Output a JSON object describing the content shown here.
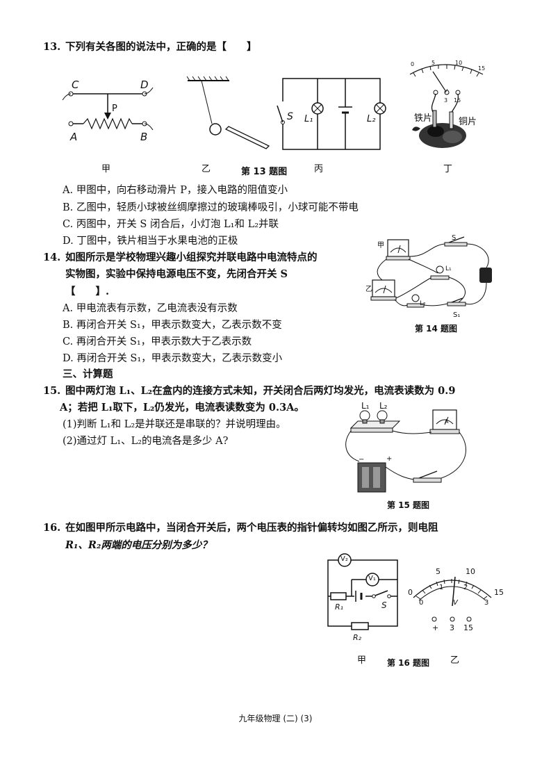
{
  "q13": {
    "number": "13.",
    "stem": "下列有关各图的说法中，正确的是【　　】",
    "fig_labels": {
      "C": "C",
      "D": "D",
      "A": "A",
      "B": "B",
      "P": "P",
      "S": "S",
      "L1": "L₁",
      "L2": "L₂",
      "iron": "铁片",
      "copper": "铜片"
    },
    "sub_captions": [
      "甲",
      "乙",
      "丙",
      "丁"
    ],
    "figure_caption": "第 13 题图",
    "meter_scale": [
      "0",
      "5",
      "10",
      "15"
    ],
    "meter_terminals": [
      "v",
      "3",
      "15"
    ],
    "options": [
      "A.  甲图中，向右移动滑片 P，接入电路的阻值变小",
      "B.  乙图中，轻质小球被丝绸摩擦过的玻璃棒吸引，小球可能不带电",
      "C.  丙图中，开关 S 闭合后，小灯泡 L₁和 L₂并联",
      "D.  丁图中，铁片相当于水果电池的正极"
    ]
  },
  "q14": {
    "number": "14.",
    "stem_lines": [
      "如图所示是学校物理兴趣小组探究并联电路中电流特点的",
      "实物图，实验中保持电源电压不变，先闭合开关 S",
      "【　　】."
    ],
    "fig_labels": {
      "jia": "甲",
      "yi": "乙",
      "S": "S",
      "S1": "S₁",
      "L1": "L₁",
      "L2": "L₂"
    },
    "figure_caption": "第 14 题图",
    "options": [
      "A.  甲电流表有示数，乙电流表没有示数",
      "B.  再闭合开关 S₁，甲表示数变大，乙表示数不变",
      "C.  再闭合开关 S₁，甲表示数大于乙表示数",
      "D.  再闭合开关  S₁，甲表示数变大，乙表示数变小"
    ]
  },
  "section": "三、计算题",
  "q15": {
    "number": "15.",
    "stem_lines": [
      "图中两灯泡 L₁、L₂在盒内的连接方式未知，开关闭合后两灯均发光，电流表读数为 0.9",
      "A；若把 L₁取下，L₂仍发光，电流表读数变为 0.3A。"
    ],
    "parts": [
      "(1)判断 L₁和 L₂是并联还是串联的？并说明理由。",
      "(2)通过灯 L₁、L₂的电流各是多少 A?"
    ],
    "fig_labels": {
      "L1": "L₁",
      "L2": "L₂",
      "minus": "−",
      "plus": "+",
      "A": "A"
    },
    "figure_caption": "第 15 题图"
  },
  "q16": {
    "number": "16.",
    "stem_lines": [
      "在如图甲所示电路中，当闭合开关后，两个电压表的指针偏转均如图乙所示，则电阻",
      "R₁、R₂两端的电压分别为多少？"
    ],
    "fig_labels": {
      "V1": "V₁",
      "V2": "V₂",
      "R1": "R₁",
      "R2": "R₂",
      "S": "S"
    },
    "scale_top": [
      "0",
      "5",
      "10",
      "15"
    ],
    "scale_bottom": [
      "0",
      "1",
      "2",
      "3"
    ],
    "meter_unit": "V",
    "terminals": [
      "+",
      "3",
      "15"
    ],
    "sub_captions": [
      "甲",
      "乙"
    ],
    "figure_caption": "第 16 题图"
  },
  "footer": "九年级物理 (二) (3)"
}
